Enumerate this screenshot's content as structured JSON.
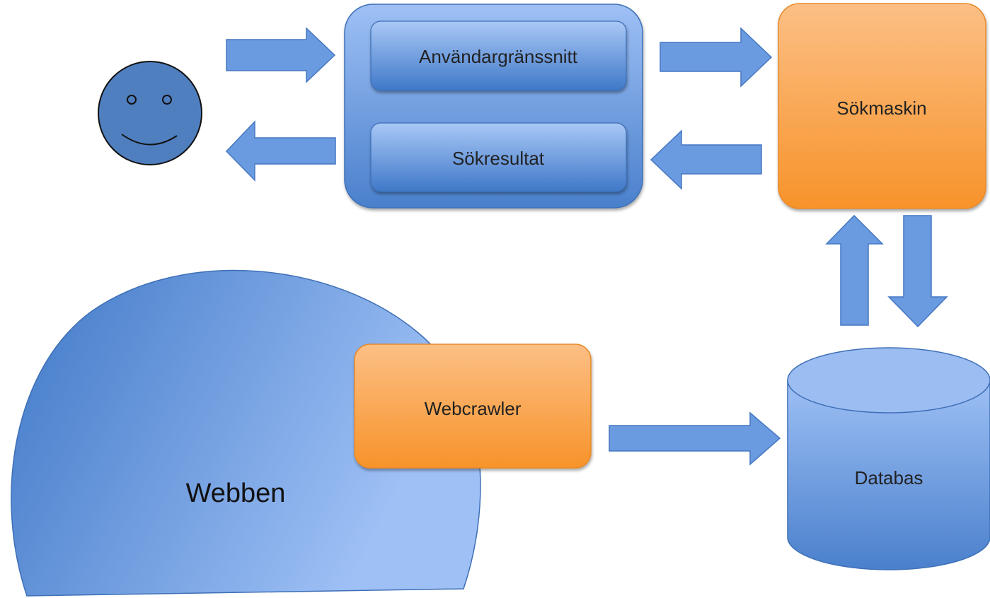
{
  "nodes": {
    "ui_label": "Användargränssnitt",
    "results_label": "Sökresultat",
    "engine_label": "Sökmaskin",
    "crawler_label": "Webcrawler",
    "database_label": "Databas",
    "web_label": "Webben"
  },
  "icons": {
    "user": "smiley-face-icon"
  },
  "colors": {
    "blue_dark": "#4a7fcb",
    "blue_light": "#9ec0f5",
    "blue_edge": "#3e6fb6",
    "orange_dark": "#f7952e",
    "orange_light": "#fcbf85",
    "orange_edge": "#e88a2a",
    "arrow_fill": "#6a9be0",
    "arrow_edge": "#4677c2"
  }
}
